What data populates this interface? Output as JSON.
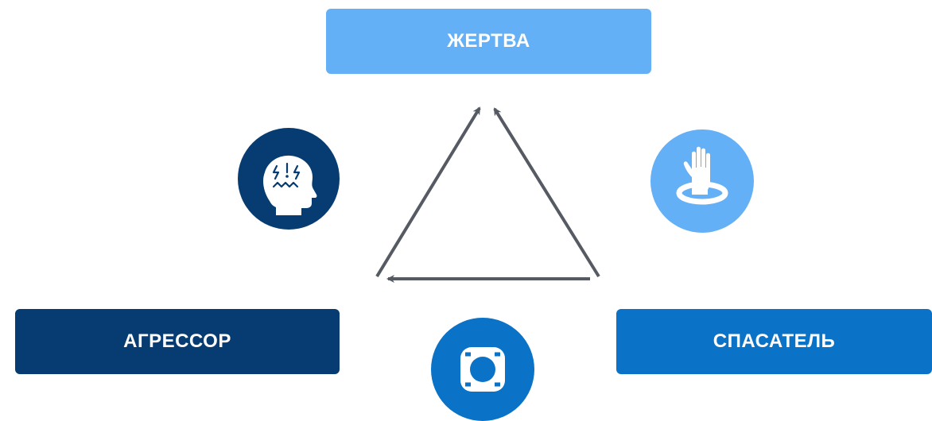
{
  "roles": {
    "victim": {
      "label": "ЖЕРТВА",
      "color": "#64b0f7"
    },
    "aggressor": {
      "label": "АГРЕССОР",
      "color": "#073c72"
    },
    "rescuer": {
      "label": "СПАСАТЕЛЬ",
      "color": "#0a72c7"
    }
  },
  "icons": {
    "aggressor": {
      "name": "stressed-head-icon",
      "color": "#073c72"
    },
    "rescuer": {
      "name": "raised-hand-icon",
      "color": "#64b0f7"
    },
    "lifebuoy": {
      "name": "lifebuoy-icon",
      "color": "#0a72c7"
    }
  },
  "arrow_color": "#555a63"
}
